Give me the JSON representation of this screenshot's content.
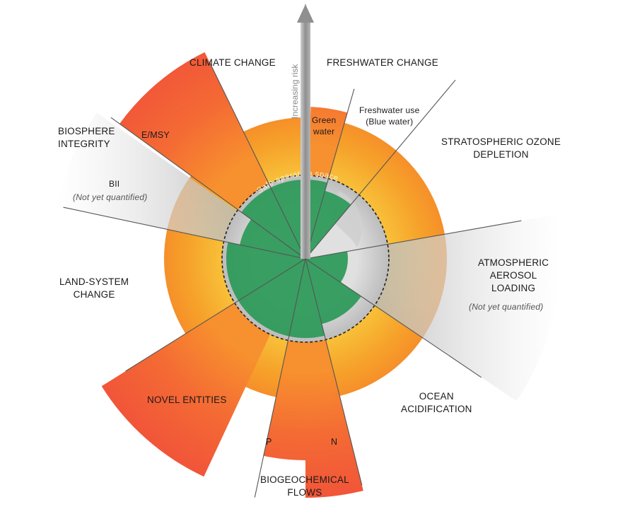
{
  "arrow_label": "Increasing risk",
  "safe_label": "Safe operating space",
  "boundaries": {
    "climate_change": "CLIMATE CHANGE",
    "freshwater_change": "FRESHWATER CHANGE",
    "green_water": "Green\nwater",
    "blue_water": "Freshwater use\n(Blue water)",
    "ozone": "STRATOSPHERIC OZONE\nDEPLETION",
    "aerosol": "ATMOSPHERIC\nAEROSOL\nLOADING",
    "aerosol_note": "(Not yet quantified)",
    "ocean": "OCEAN\nACIDIFICATION",
    "biogeochemical": "BIOGEOCHEMICAL\nFLOWS",
    "n": "N",
    "p": "P",
    "novel": "NOVEL ENTITIES",
    "land": "LAND-SYSTEM\nCHANGE",
    "bii": "BII",
    "bii_note": "(Not yet quantified)",
    "biosphere": "BIOSPHERE\nINTEGRITY",
    "emsy": "E/MSY"
  },
  "colors": {
    "safe_green": "#2e9a5a",
    "safe_green_dark": "#1f7a44",
    "zone_orange": "#f6a12a",
    "high_risk_red": "#f2503a",
    "not_quantified_grey": "#bdbdbd",
    "arrow_grey": "#9a9a9a"
  }
}
